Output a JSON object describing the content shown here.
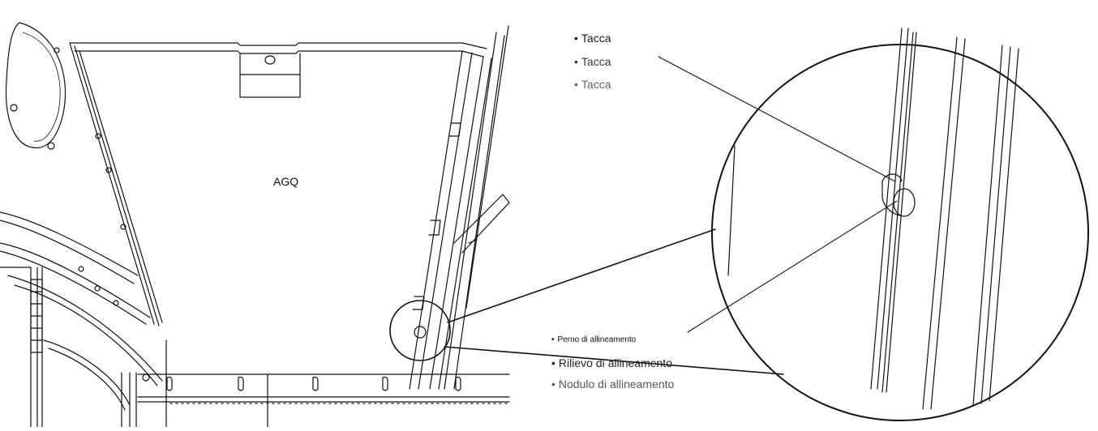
{
  "panel_label": "AGQ",
  "callouts_top": {
    "bullet": "•",
    "items": [
      "Tacca",
      "Tacca",
      "Tacca"
    ]
  },
  "callouts_bottom": {
    "bullet": "•",
    "pin": "Perno di allineamento",
    "ridge": "Rilievo di allineamento",
    "nodule": "Nodulo di allineamento"
  }
}
